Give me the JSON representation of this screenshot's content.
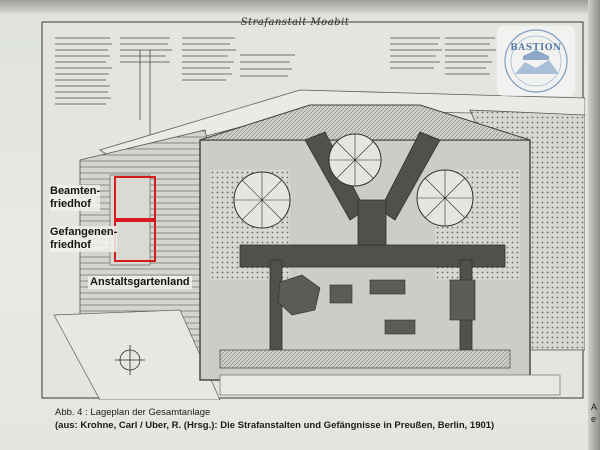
{
  "plan": {
    "title": "Strafanstalt Moabit"
  },
  "annotations": {
    "beamten": "Beamten-",
    "beamten2": "friedhof",
    "gefangenen": "Gefangenen-",
    "gefangenen2": "friedhof",
    "garten": "Anstaltsgartenland"
  },
  "stamp": {
    "word": "BASTION"
  },
  "caption": {
    "line1": "Abb. 4 : Lageplan der Gesamtanlage",
    "line2": "(aus: Krohne, Carl / Uber, R. (Hrsg.): Die Strafanstalten und Gefängnisse in Preußen, Berlin, 1901)"
  },
  "cropped_text": {
    "right1": "A",
    "right2": "e"
  },
  "colors": {
    "highlight_box": "#d51b1b",
    "plan_ink": "#2b2d2b",
    "stamp_blue": "#5a7fa8"
  }
}
